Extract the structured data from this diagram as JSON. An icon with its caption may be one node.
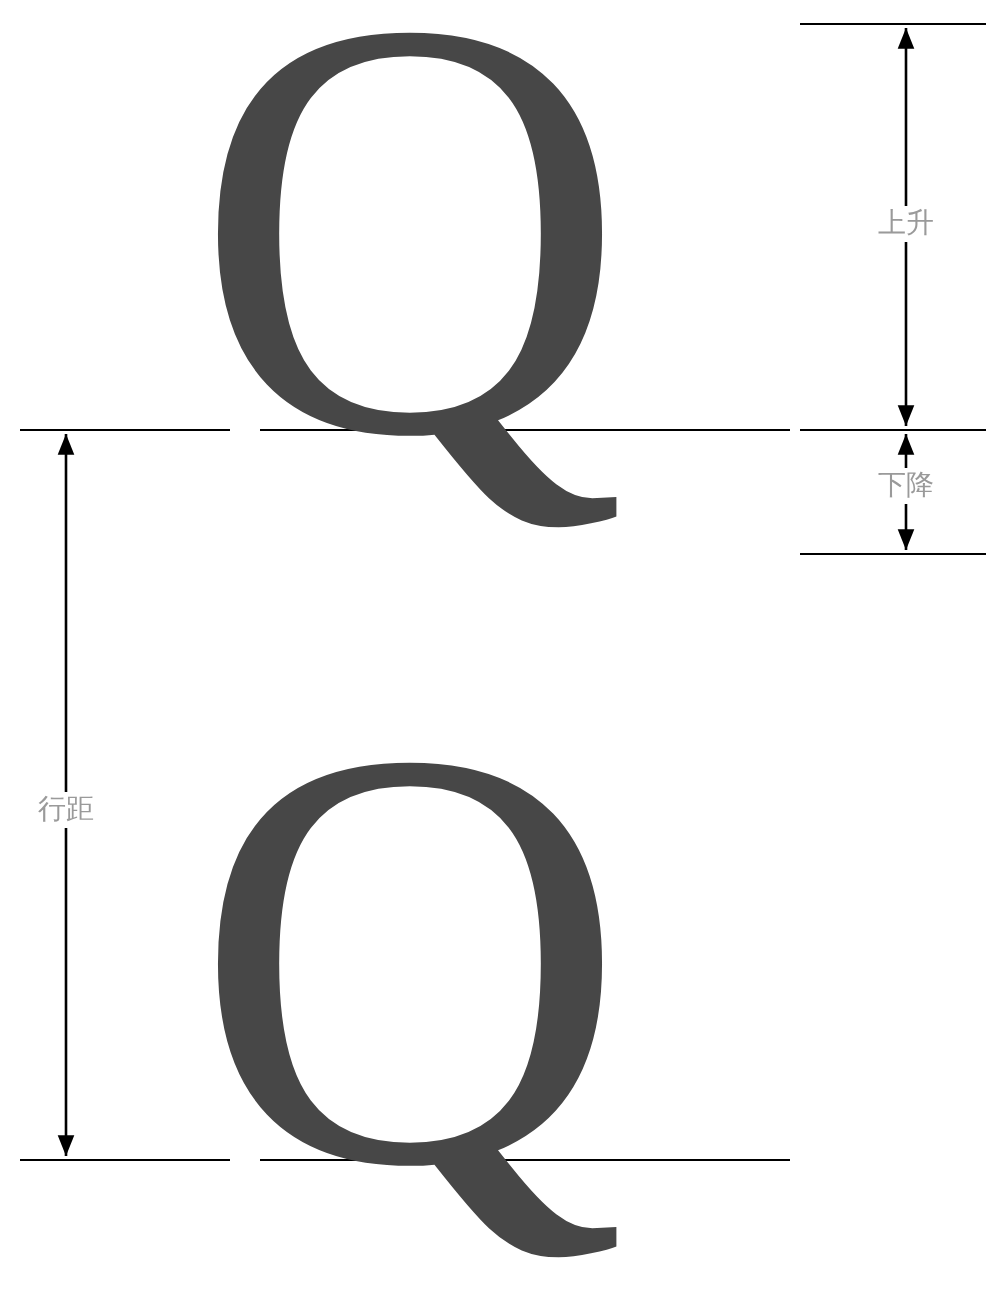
{
  "diagram": {
    "labels": [
      "Q",
      "上升",
      "下降",
      "行距",
      "Q"
    ]
  }
}
